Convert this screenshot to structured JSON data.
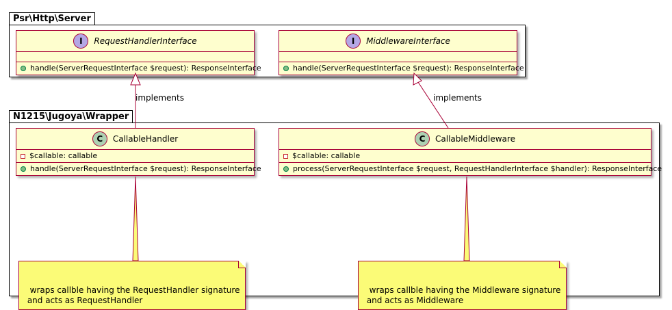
{
  "packages": {
    "server": {
      "name": "Psr\\Http\\Server"
    },
    "wrapper": {
      "name": "N1215\\Jugoya\\Wrapper"
    }
  },
  "classes": {
    "request_handler_interface": {
      "stereotype": "I",
      "name": "RequestHandlerInterface",
      "methods": [
        "handle(ServerRequestInterface $request): ResponseInterface"
      ]
    },
    "middleware_interface": {
      "stereotype": "I",
      "name": "MiddlewareInterface",
      "methods": [
        "handle(ServerRequestInterface $request): ResponseInterface"
      ]
    },
    "callable_handler": {
      "stereotype": "C",
      "name": "CallableHandler",
      "fields": [
        "$callable: callable"
      ],
      "methods": [
        "handle(ServerRequestInterface $request): ResponseInterface"
      ]
    },
    "callable_middleware": {
      "stereotype": "C",
      "name": "CallableMiddleware",
      "fields": [
        "$callable: callable"
      ],
      "methods": [
        "process(ServerRequestInterface $request, RequestHandlerInterface $handler): ResponseInterface"
      ]
    }
  },
  "relations": {
    "handler_implements": "implements",
    "middleware_implements": "implements"
  },
  "notes": {
    "handler_note": "wraps callble having the RequestHandler signature\n and acts as RequestHandler",
    "middleware_note": "wraps callble having the Middleware signature\n and acts as Middleware"
  },
  "colors": {
    "class_fill": "#FEFECE",
    "class_border": "#A80036",
    "interface_badge": "#B4A7E5",
    "class_badge": "#ADD1B2",
    "note_fill": "#FBFB77"
  }
}
